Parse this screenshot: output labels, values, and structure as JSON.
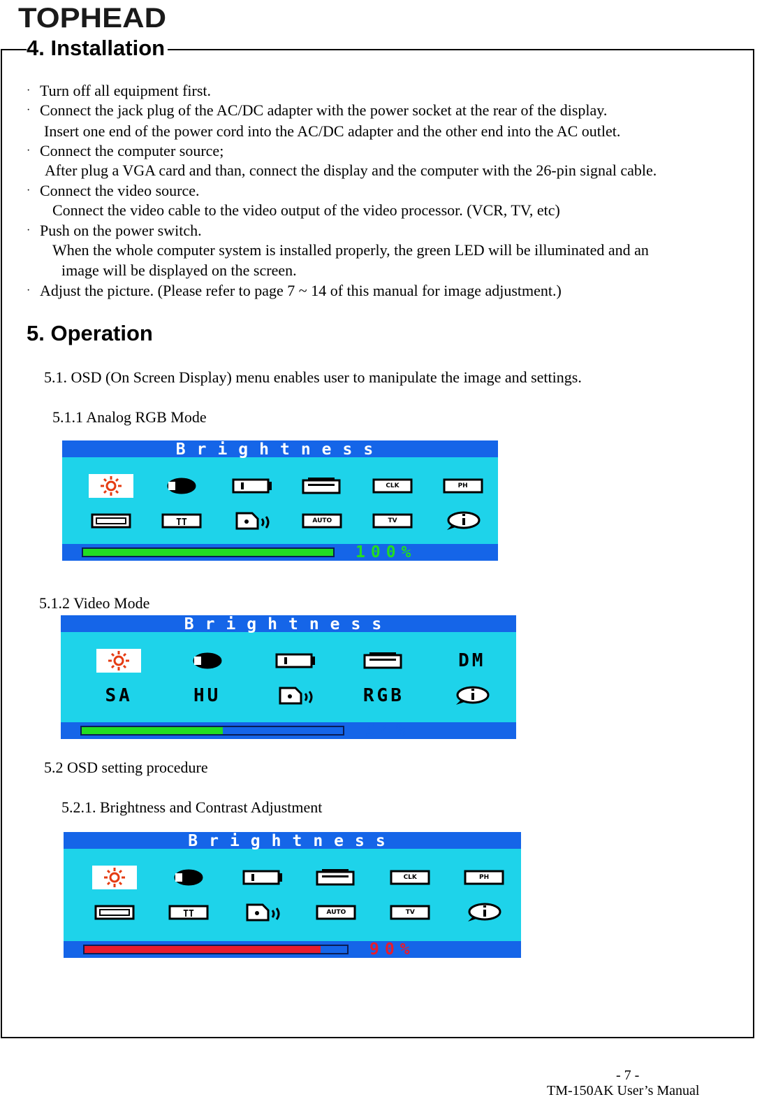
{
  "header": {
    "logo_text": "TOPHEAD"
  },
  "installation": {
    "heading": "4. Installation",
    "lines": [
      {
        "bullet": "·",
        "text": "Turn off all equipment first."
      },
      {
        "bullet": "·",
        "text": "Connect the jack plug of the AC/DC adapter with the power socket at the rear of the display."
      },
      {
        "bullet": "",
        "text": "Insert one end of the power cord into the AC/DC adapter and the other end into the AC outlet."
      },
      {
        "bullet": "·",
        "text": "Connect the computer source;"
      },
      {
        "bullet": "",
        "text": "After plug a VGA card and than, connect the display and the computer with the 26-pin signal cable."
      },
      {
        "bullet": "·",
        "text": "Connect the video source."
      },
      {
        "bullet": "",
        "text": "Connect the video cable to the video output of the video processor. (VCR, TV, etc)"
      },
      {
        "bullet": "·",
        "text": "Push on the power switch."
      },
      {
        "bullet": "",
        "text": "When the whole computer system is installed properly, the green LED will be  illuminated and an"
      },
      {
        "bullet": "",
        "text": "image will be displayed on the screen."
      },
      {
        "bullet": "·",
        "text": "Adjust the picture. (Please refer to page 7 ~ 14 of this manual for image adjustment.)"
      }
    ]
  },
  "operation": {
    "heading": "5. Operation",
    "intro": "5.1. OSD (On Screen Display) menu enables user to manipulate the image and settings.",
    "sub1": "5.1.1 Analog RGB Mode",
    "sub2": "5.1.2 Video Mode",
    "sub3": "5.2 OSD setting procedure",
    "sub4": "5.2.1. Brightness and Contrast Adjustment"
  },
  "osd_panels": [
    {
      "title": "Brightness",
      "percent_label": "100%",
      "level": 1.0,
      "bar_color": "#22dd22",
      "percent_color": "#22dd22",
      "row1": [
        "sun-icon",
        "contrast-icon",
        "h-position-icon",
        "v-position-icon",
        "CLK",
        "PH"
      ],
      "row2": [
        "size-icon",
        "text-mode-icon",
        "audio-icon",
        "AUTO",
        "TV",
        "info-icon"
      ]
    },
    {
      "title": "Brightness",
      "percent_label": "54%",
      "level": 0.54,
      "bar_color": "#22dd22",
      "percent_color": "#1565e8",
      "row1": [
        "sun-icon",
        "contrast-icon",
        "h-position-icon",
        "v-position-icon",
        "DM"
      ],
      "row2": [
        "SA",
        "HU",
        "audio-icon",
        "RGB",
        "info-icon"
      ]
    },
    {
      "title": "Brightness",
      "percent_label": "90%",
      "level": 0.9,
      "bar_color": "#e81c2c",
      "percent_color": "#e81c2c",
      "row1": [
        "sun-icon",
        "contrast-icon",
        "h-position-icon",
        "v-position-icon",
        "CLK",
        "PH"
      ],
      "row2": [
        "size-icon",
        "text-mode-icon",
        "audio-icon",
        "AUTO",
        "TV",
        "info-icon"
      ]
    }
  ],
  "footer": {
    "page_number": "- 7 -",
    "manual_name": "TM-150AK User’s Manual"
  },
  "colors": {
    "osd_background": "#1ed3ea",
    "osd_bar": "#1565e8",
    "logo_text": "#1a1a1a",
    "logo_accent": "#d22"
  }
}
